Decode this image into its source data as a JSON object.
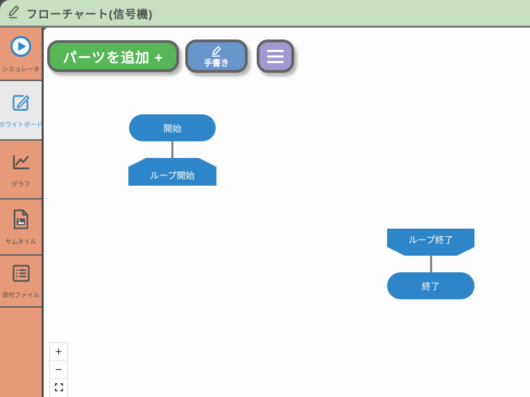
{
  "header": {
    "title": "フローチャート(信号機)"
  },
  "sidebar": {
    "items": [
      {
        "label": "シミュレータ",
        "icon": "play-icon",
        "active": false
      },
      {
        "label": "ホワイトボード",
        "icon": "whiteboard-edit-icon",
        "active": true
      },
      {
        "label": "グラフ",
        "icon": "line-chart-icon",
        "active": false
      },
      {
        "label": "サムネイル",
        "icon": "image-file-icon",
        "active": false
      },
      {
        "label": "添付ファイル",
        "icon": "list-file-icon",
        "active": false
      }
    ]
  },
  "toolbar": {
    "add_parts_label": "パーツを追加 +",
    "handwriting_label": "手書き",
    "menu_icon": "hamburger-menu-icon"
  },
  "flowchart": {
    "nodes": [
      {
        "label": "開始",
        "type": "terminal"
      },
      {
        "label": "ループ開始",
        "type": "loop-start"
      },
      {
        "label": "ループ終了",
        "type": "loop-end"
      },
      {
        "label": "終了",
        "type": "terminal"
      }
    ]
  },
  "zoom_controls": {
    "zoom_in": "+",
    "zoom_out": "−",
    "fit_icon": "fullscreen-icon"
  },
  "colors": {
    "header_bg": "#c8dfc1",
    "sidebar_bg": "#e69a79",
    "node_blue": "#2e86c8",
    "add_button_green": "#57b657",
    "handwriting_button_blue": "#6795cc",
    "menu_button_purple": "#a29ace",
    "active_item_bg": "#e9e9e9",
    "accent_blue": "#3b8ccc"
  }
}
